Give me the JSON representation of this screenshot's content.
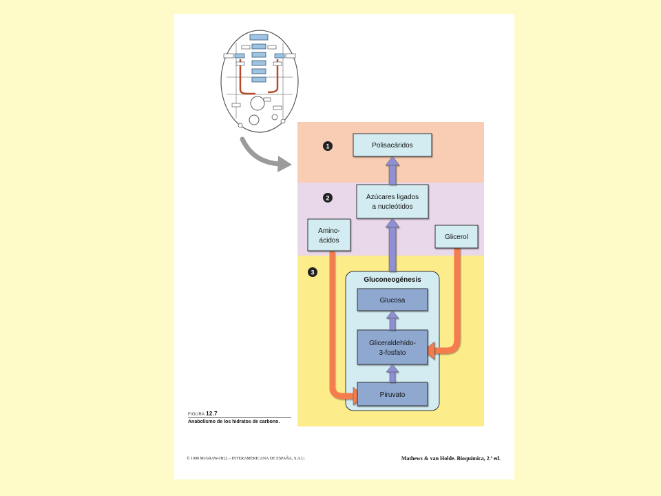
{
  "diagram": {
    "steps": [
      "1",
      "2",
      "3"
    ],
    "nodes": {
      "polisacaridos": "Polisacáridos",
      "azucares_1": "Azúcares ligados",
      "azucares_2": "a nucleótidos",
      "aminoacidos_1": "Amino-",
      "aminoacidos_2": "ácidos",
      "glicerol": "Glicerol",
      "gluconeogenesis": "Gluconeogénesis",
      "glucosa": "Glucosa",
      "gliceraldehido_1": "Gliceraldehído-",
      "gliceraldehido_2": "3-fosfato",
      "piruvato": "Piruvato"
    }
  },
  "caption": {
    "figure_label": "FIGURA",
    "figure_number": "12.7",
    "title": "Anabolismo de los hidratos de carbono."
  },
  "footer": {
    "copyright": "© 1998 McGRAW-HILL - INTERAMERICANA DE ESPAÑA, S.A.U.",
    "source": "Mathews & van Holde. Bioquímica, 2.ª ed."
  },
  "colors": {
    "background": "#fffbc8",
    "band_1": "#f9cdb3",
    "band_2": "#e9d7ea",
    "band_3": "#fdec8a",
    "node_fill": "#d3ecf1",
    "dark_node_fill": "#8fa8d0",
    "purple_arrow": "#8f8fd3",
    "orange_arrow": "#f47c4e"
  }
}
